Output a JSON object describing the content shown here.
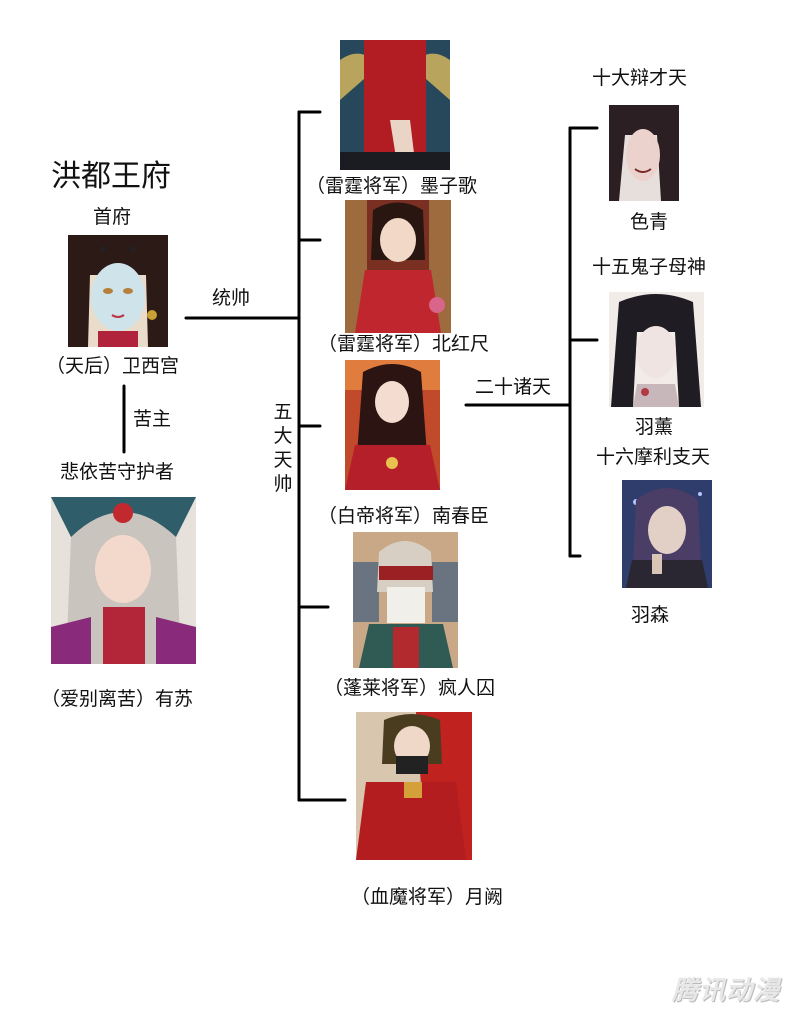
{
  "org": {
    "title": "洪都王府",
    "head_role": "首府",
    "head_name": "（天后）卫西宫",
    "link_commander": "统帅",
    "link_bitter": "苦主",
    "guardian_title": "悲依苦守护者",
    "guardian_name": "（爱别离苦）有苏"
  },
  "generals": {
    "group_label": "五大天帅",
    "members": [
      "（雷霆将军）墨子歌",
      "（雷霆将军）北红尺",
      "（白帝将军）南春臣",
      "（蓬莱将军）疯人囚",
      "（血魔将军）月阙"
    ]
  },
  "devas": {
    "group_label": "二十诸天",
    "members": [
      {
        "title": "十大辩才天",
        "name": "色青"
      },
      {
        "title": "十五鬼子母神",
        "name": "羽薰"
      },
      {
        "title": "十六摩利支天",
        "name": "羽森"
      }
    ]
  },
  "watermark": "腾讯动漫"
}
